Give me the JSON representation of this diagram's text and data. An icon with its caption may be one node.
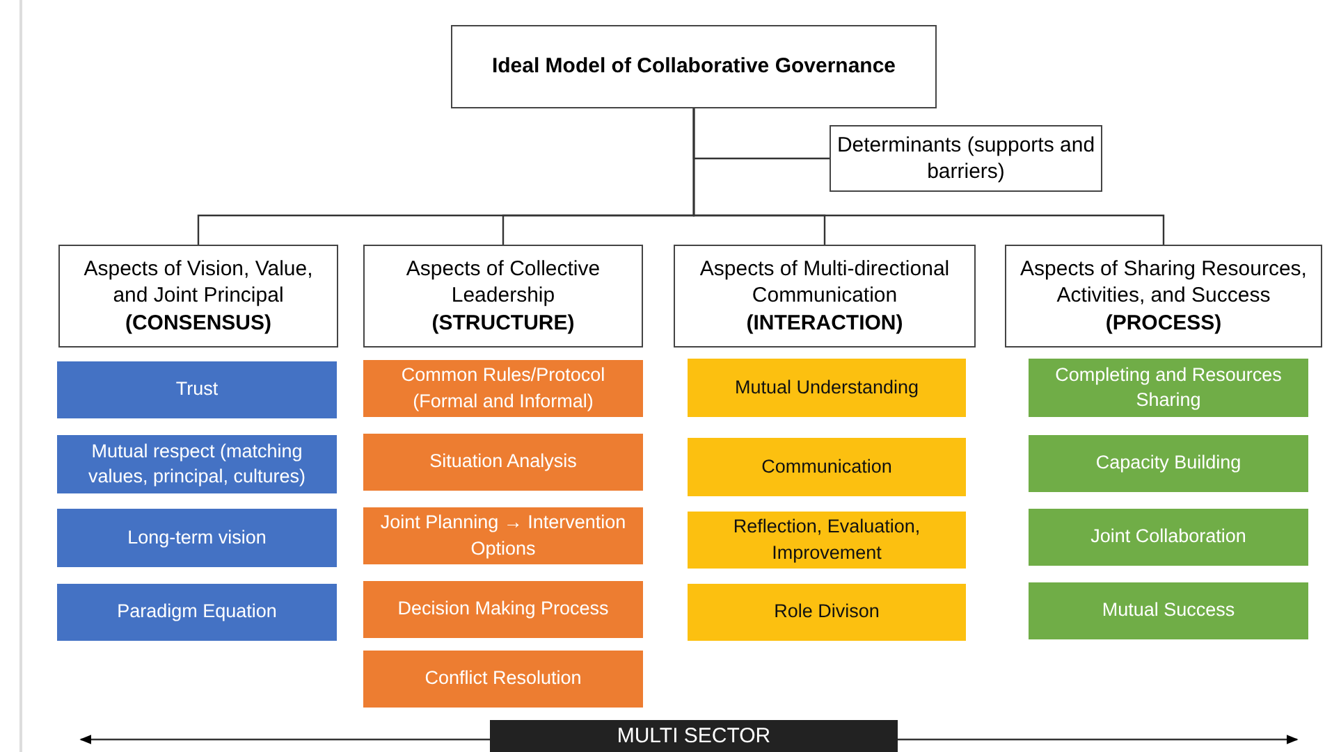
{
  "diagram": {
    "nodes": [
      {
        "text": [
          "Ideal Model of  Collaborative Governance"
        ]
      },
      {
        "text": [
          "Determinants (supports and barriers)"
        ]
      },
      {
        "text": [
          "Aspects of Vision, Value, and Joint Principal",
          "(CONSENSUS)"
        ]
      },
      {
        "text": [
          "Aspects of Collective Leadership",
          "(STRUCTURE)"
        ]
      },
      {
        "text": [
          "Aspects of Multi-directional Communication",
          "(INTERACTION)"
        ]
      },
      {
        "text": [
          "Aspects of Sharing Resources, Activities, and Success",
          "(PROCESS)"
        ]
      },
      {
        "text": [
          "Trust"
        ]
      },
      {
        "text": [
          "Mutual respect (matching values, principal, cultures)"
        ]
      },
      {
        "text": [
          "Long-term vision"
        ]
      },
      {
        "text": [
          "Paradigm Equation"
        ]
      },
      {
        "text": [
          "Common Rules/Protocol (Formal and Informal)"
        ]
      },
      {
        "text": [
          "Situation Analysis"
        ]
      },
      {
        "text": [
          "Joint Planning → Intervention Options"
        ]
      },
      {
        "text": [
          "Decision Making Process"
        ]
      },
      {
        "text": [
          "Conflict Resolution"
        ]
      },
      {
        "text": [
          "Mutual Understanding"
        ]
      },
      {
        "text": [
          "Communication"
        ]
      },
      {
        "text": [
          "Reflection, Evaluation, Improvement"
        ]
      },
      {
        "text": [
          "Role Divison"
        ]
      },
      {
        "text": [
          "Completing and Resources Sharing"
        ]
      },
      {
        "text": [
          "Capacity Building"
        ]
      },
      {
        "text": [
          "Joint Collaboration"
        ]
      },
      {
        "text": [
          "Mutual Success"
        ]
      },
      {
        "text": [
          "MULTI SECTOR"
        ]
      }
    ],
    "edges": [
      {
        "from": 0,
        "to": 1,
        "arrow": "none"
      },
      {
        "from": 0,
        "to": 2,
        "arrow": "none"
      },
      {
        "from": 0,
        "to": 3,
        "arrow": "none"
      },
      {
        "from": 0,
        "to": 4,
        "arrow": "none"
      },
      {
        "from": 0,
        "to": 5,
        "arrow": "none"
      },
      {
        "from": 23,
        "to": null,
        "arrow": "to"
      },
      {
        "from": 23,
        "to": null,
        "arrow": "to"
      }
    ]
  }
}
